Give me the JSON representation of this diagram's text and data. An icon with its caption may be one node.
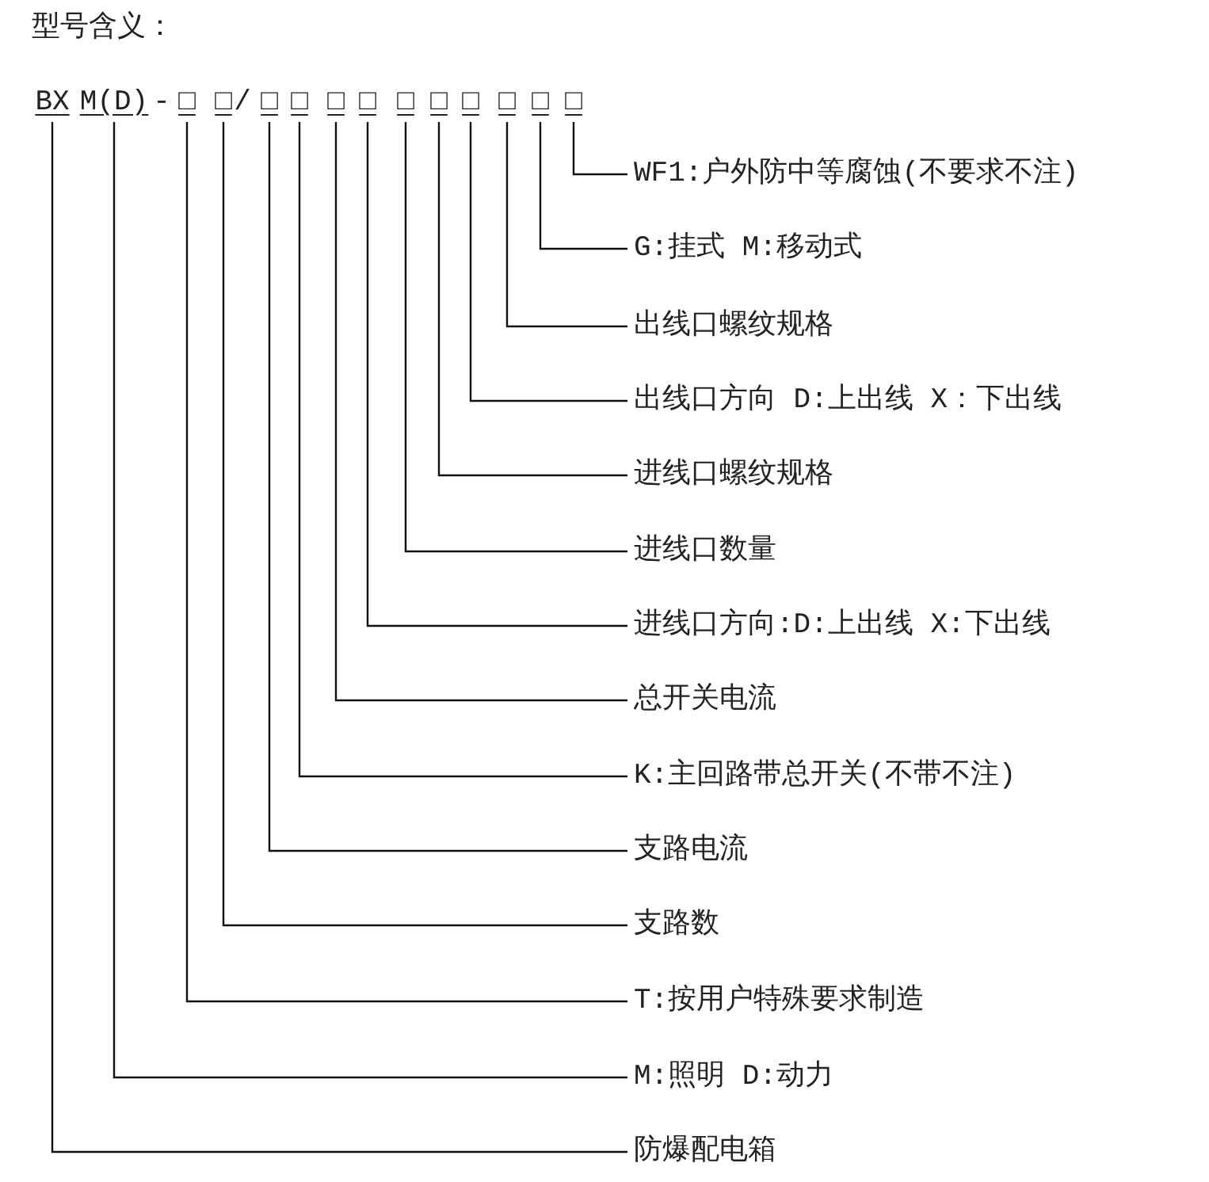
{
  "diagram": {
    "title": "型号含义：",
    "nodes": [
      {
        "text": [
          "BX"
        ]
      },
      {
        "text": [
          "M(D)"
        ]
      },
      {
        "text": [
          "□"
        ]
      },
      {
        "text": [
          "□"
        ]
      },
      {
        "text": [
          "□"
        ]
      },
      {
        "text": [
          "□"
        ]
      },
      {
        "text": [
          "□"
        ]
      },
      {
        "text": [
          "□"
        ]
      },
      {
        "text": [
          "□"
        ]
      },
      {
        "text": [
          "□"
        ]
      },
      {
        "text": [
          "□"
        ]
      },
      {
        "text": [
          "□"
        ]
      },
      {
        "text": [
          "□"
        ]
      },
      {
        "text": [
          "□"
        ]
      },
      {
        "text": [
          "WF1:户外防中等腐蚀(不要求不注)"
        ]
      },
      {
        "text": [
          "G:挂式 M:移动式"
        ]
      },
      {
        "text": [
          "出线口螺纹规格"
        ]
      },
      {
        "text": [
          "出线口方向 D:上出线 X：下出线"
        ]
      },
      {
        "text": [
          "进线口螺纹规格"
        ]
      },
      {
        "text": [
          "进线口数量"
        ]
      },
      {
        "text": [
          "进线口方向:D:上出线 X:下出线"
        ]
      },
      {
        "text": [
          "总开关电流"
        ]
      },
      {
        "text": [
          "K:主回路带总开关(不带不注)"
        ]
      },
      {
        "text": [
          "支路电流"
        ]
      },
      {
        "text": [
          "支路数"
        ]
      },
      {
        "text": [
          "T:按用户特殊要求制造"
        ]
      },
      {
        "text": [
          "M:照明 D:动力"
        ]
      },
      {
        "text": [
          "防爆配电箱"
        ]
      }
    ],
    "edges": [
      {
        "from": 13,
        "to": 14,
        "arrow": "none"
      },
      {
        "from": 12,
        "to": 15,
        "arrow": "none"
      },
      {
        "from": 11,
        "to": 16,
        "arrow": "none"
      },
      {
        "from": 10,
        "to": 17,
        "arrow": "none"
      },
      {
        "from": 9,
        "to": 18,
        "arrow": "none"
      },
      {
        "from": 8,
        "to": 19,
        "arrow": "none"
      },
      {
        "from": 7,
        "to": 20,
        "arrow": "none"
      },
      {
        "from": 6,
        "to": 21,
        "arrow": "none"
      },
      {
        "from": 5,
        "to": 22,
        "arrow": "none"
      },
      {
        "from": 4,
        "to": 23,
        "arrow": "none"
      },
      {
        "from": 3,
        "to": 24,
        "arrow": "none"
      },
      {
        "from": 2,
        "to": 25,
        "arrow": "none"
      },
      {
        "from": 1,
        "to": 26,
        "arrow": "none"
      },
      {
        "from": 0,
        "to": 27,
        "arrow": "none"
      }
    ],
    "labels": [
      "-",
      "/"
    ]
  }
}
